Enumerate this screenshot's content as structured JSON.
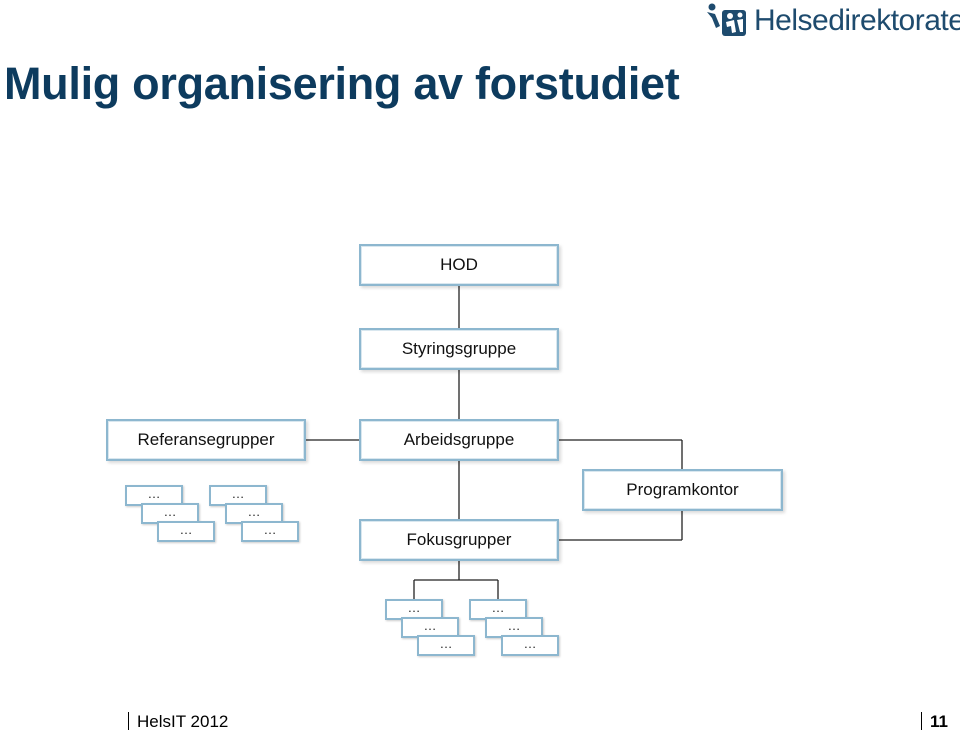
{
  "header": {
    "title": "Mulig organisering av forstudiet",
    "logo_text": "Helsedirektoratet"
  },
  "org": {
    "hod": "HOD",
    "styringsgruppe": "Styringsgruppe",
    "referansegrupper": "Referansegrupper",
    "arbeidsgruppe": "Arbeidsgruppe",
    "programkontor": "Programkontor",
    "fokusgrupper": "Fokusgrupper",
    "ellipsis": "…"
  },
  "footer": {
    "left": "HelsIT 2012",
    "page_number": "11"
  },
  "colors": {
    "title": "#0d3b5e",
    "node_border": "#8db7cf",
    "logo": "#1e4b6e"
  }
}
